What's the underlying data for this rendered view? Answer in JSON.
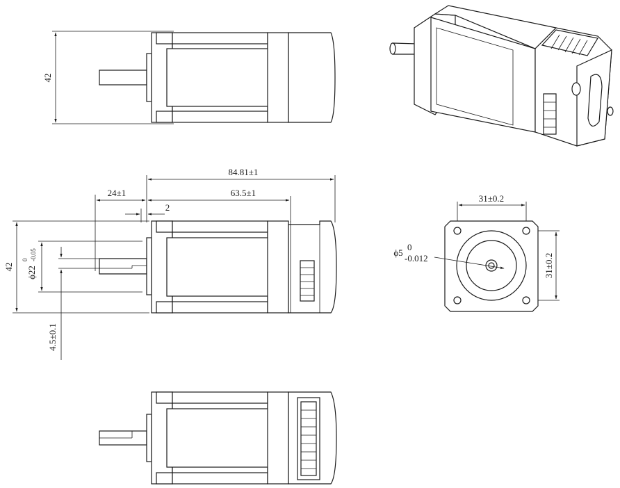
{
  "drawing": {
    "top_view": {
      "height_label": "42"
    },
    "side_view": {
      "length_total": "84.81±1",
      "body_length": "63.5±1",
      "shaft_length": "24±1",
      "boss_length": "2",
      "height_label": "42",
      "boss_dia_main": "ϕ22",
      "boss_dia_upper": "0",
      "boss_dia_lower": "-0.05",
      "flat_label": "4.5±0.1"
    },
    "front_view": {
      "hole_spacing_h": "31±0.2",
      "hole_spacing_v": "31±0.2",
      "shaft_dia_main": "ϕ5",
      "shaft_dia_upper": "0",
      "shaft_dia_lower": "-0.012"
    }
  }
}
